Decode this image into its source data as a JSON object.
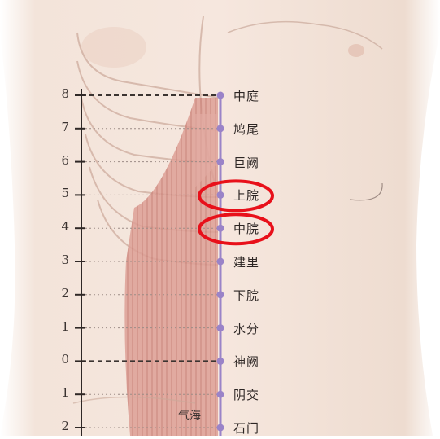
{
  "scale": {
    "marks": [
      {
        "value": "8",
        "name": "中庭"
      },
      {
        "value": "7",
        "name": "鸠尾"
      },
      {
        "value": "6",
        "name": "巨阙"
      },
      {
        "value": "5",
        "name": "上脘",
        "highlighted": true
      },
      {
        "value": "4",
        "name": "中脘",
        "highlighted": true
      },
      {
        "value": "3",
        "name": "建里"
      },
      {
        "value": "2",
        "name": "下脘"
      },
      {
        "value": "1",
        "name": "水分"
      },
      {
        "value": "0",
        "name": "神阙"
      },
      {
        "value": "1",
        "name": "阴交"
      },
      {
        "value": "2",
        "name": "石门"
      }
    ]
  },
  "side_label": "气海",
  "colors": {
    "skin": "#f1ded2",
    "muscle": "#d9968c",
    "meridian": "#9a83c8",
    "highlight": "#e8101a",
    "dashed_line": "#3b3431"
  }
}
